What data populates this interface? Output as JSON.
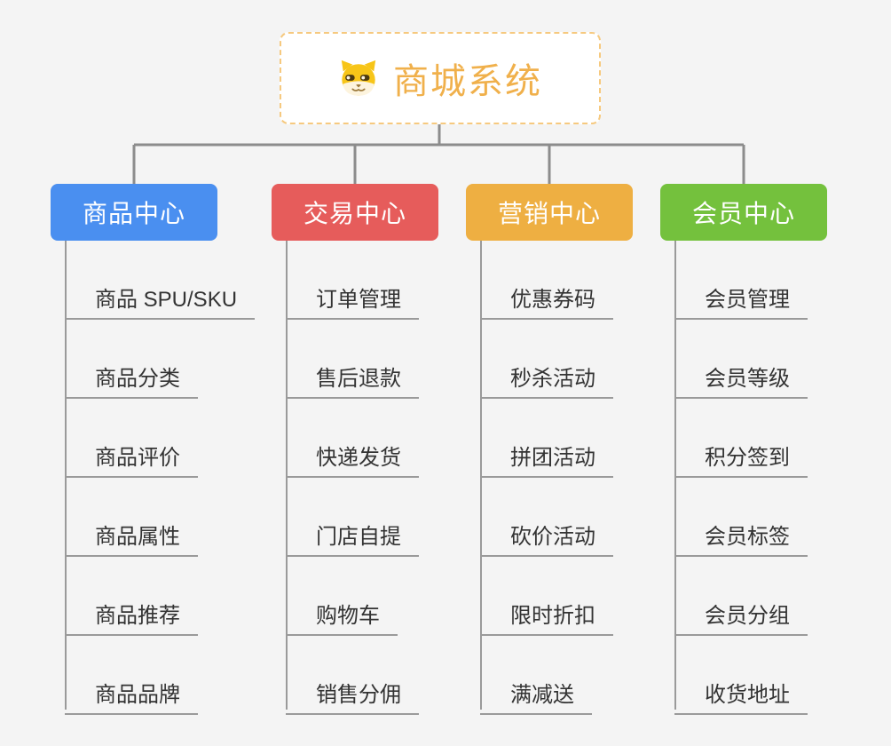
{
  "root": {
    "title": "商城系统",
    "icon": "dog-face-icon",
    "accent_color": "#f0b04b",
    "border_color": "#f6c97f"
  },
  "connector_color": "#8c8c8c",
  "underline_color": "#9a9a9a",
  "branches": [
    {
      "label": "商品中心",
      "color": "#4a8ff0",
      "items": [
        "商品 SPU/SKU",
        "商品分类",
        "商品评价",
        "商品属性",
        "商品推荐",
        "商品品牌"
      ]
    },
    {
      "label": "交易中心",
      "color": "#e65c5b",
      "items": [
        "订单管理",
        "售后退款",
        "快递发货",
        "门店自提",
        "购物车",
        "销售分佣"
      ]
    },
    {
      "label": "营销中心",
      "color": "#eeaf42",
      "items": [
        "优惠券码",
        "秒杀活动",
        "拼团活动",
        "砍价活动",
        "限时折扣",
        "满减送"
      ]
    },
    {
      "label": "会员中心",
      "color": "#74c13d",
      "items": [
        "会员管理",
        "会员等级",
        "积分签到",
        "会员标签",
        "会员分组",
        "收货地址"
      ]
    }
  ]
}
